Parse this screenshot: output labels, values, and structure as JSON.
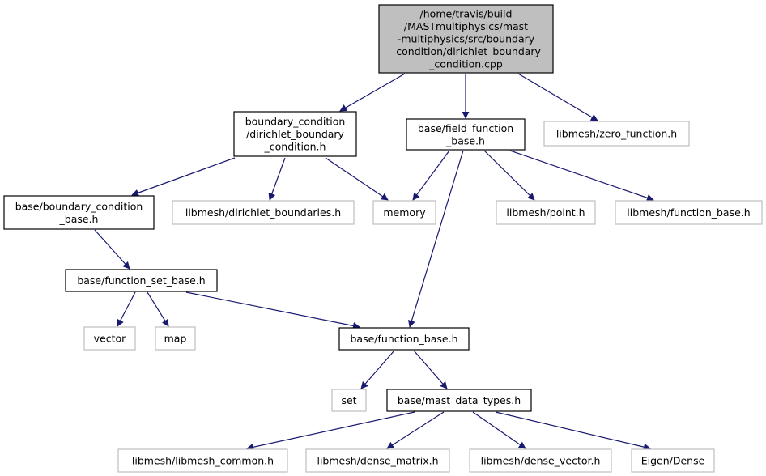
{
  "colors": {
    "edge": "#191970",
    "root_fill": "#bfbfbf",
    "root_border": "#000000",
    "local_border": "#000000",
    "external_border": "#bfbfbf",
    "text": "#000000"
  },
  "nodes": [
    {
      "id": "root",
      "kind": "root",
      "lines": [
        "/home/travis/build",
        "/MASTmultiphysics/mast",
        "-multiphysics/src/boundary",
        "_condition/dirichlet_boundary",
        "_condition.cpp"
      ]
    },
    {
      "id": "bc_dirichlet_h",
      "kind": "local",
      "lines": [
        "boundary_condition",
        "/dirichlet_boundary",
        "_condition.h"
      ]
    },
    {
      "id": "field_function_base_h",
      "kind": "local",
      "lines": [
        "base/field_function",
        "_base.h"
      ]
    },
    {
      "id": "zero_function_h",
      "kind": "external",
      "lines": [
        "libmesh/zero_function.h"
      ]
    },
    {
      "id": "boundary_condition_base_h",
      "kind": "local",
      "lines": [
        "base/boundary_condition",
        "_base.h"
      ]
    },
    {
      "id": "dirichlet_boundaries_h",
      "kind": "external",
      "lines": [
        "libmesh/dirichlet_boundaries.h"
      ]
    },
    {
      "id": "memory",
      "kind": "external",
      "lines": [
        "memory"
      ]
    },
    {
      "id": "point_h",
      "kind": "external",
      "lines": [
        "libmesh/point.h"
      ]
    },
    {
      "id": "libmesh_function_base_h",
      "kind": "external",
      "lines": [
        "libmesh/function_base.h"
      ]
    },
    {
      "id": "function_set_base_h",
      "kind": "local",
      "lines": [
        "base/function_set_base.h"
      ]
    },
    {
      "id": "vector",
      "kind": "external",
      "lines": [
        "vector"
      ]
    },
    {
      "id": "map",
      "kind": "external",
      "lines": [
        "map"
      ]
    },
    {
      "id": "function_base_h",
      "kind": "local",
      "lines": [
        "base/function_base.h"
      ]
    },
    {
      "id": "set",
      "kind": "external",
      "lines": [
        "set"
      ]
    },
    {
      "id": "mast_data_types_h",
      "kind": "local",
      "lines": [
        "base/mast_data_types.h"
      ]
    },
    {
      "id": "libmesh_common_h",
      "kind": "external",
      "lines": [
        "libmesh/libmesh_common.h"
      ]
    },
    {
      "id": "dense_matrix_h",
      "kind": "external",
      "lines": [
        "libmesh/dense_matrix.h"
      ]
    },
    {
      "id": "dense_vector_h",
      "kind": "external",
      "lines": [
        "libmesh/dense_vector.h"
      ]
    },
    {
      "id": "eigen_dense",
      "kind": "external",
      "lines": [
        "Eigen/Dense"
      ]
    }
  ],
  "edges": [
    [
      "root",
      "bc_dirichlet_h"
    ],
    [
      "root",
      "field_function_base_h"
    ],
    [
      "root",
      "zero_function_h"
    ],
    [
      "bc_dirichlet_h",
      "boundary_condition_base_h"
    ],
    [
      "bc_dirichlet_h",
      "dirichlet_boundaries_h"
    ],
    [
      "bc_dirichlet_h",
      "memory"
    ],
    [
      "field_function_base_h",
      "memory"
    ],
    [
      "field_function_base_h",
      "function_base_h"
    ],
    [
      "field_function_base_h",
      "point_h"
    ],
    [
      "field_function_base_h",
      "libmesh_function_base_h"
    ],
    [
      "boundary_condition_base_h",
      "function_set_base_h"
    ],
    [
      "function_set_base_h",
      "vector"
    ],
    [
      "function_set_base_h",
      "map"
    ],
    [
      "function_set_base_h",
      "function_base_h"
    ],
    [
      "function_base_h",
      "set"
    ],
    [
      "function_base_h",
      "mast_data_types_h"
    ],
    [
      "mast_data_types_h",
      "libmesh_common_h"
    ],
    [
      "mast_data_types_h",
      "dense_matrix_h"
    ],
    [
      "mast_data_types_h",
      "dense_vector_h"
    ],
    [
      "mast_data_types_h",
      "eigen_dense"
    ]
  ]
}
